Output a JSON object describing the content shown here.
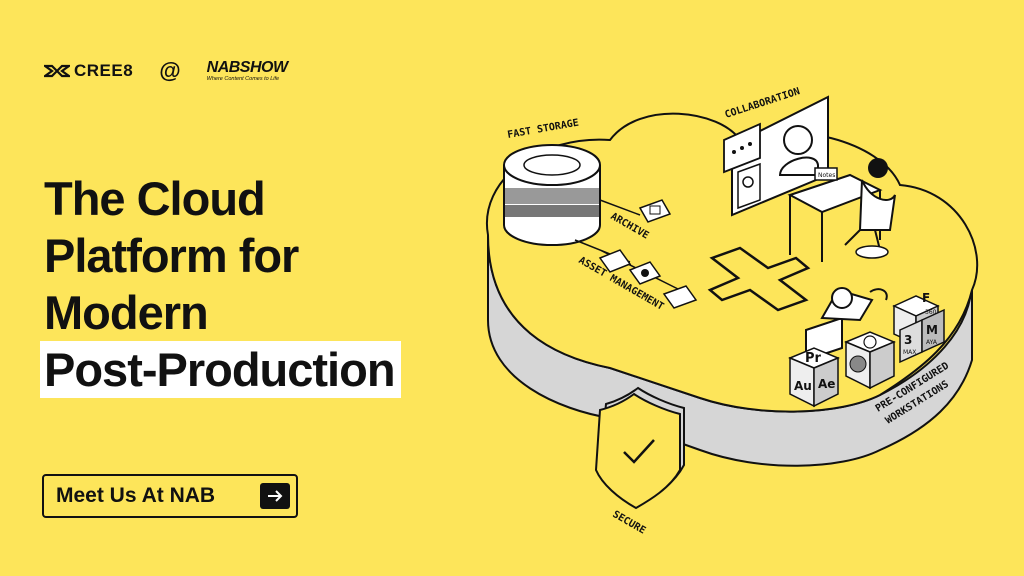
{
  "header": {
    "brand_name": "CREE8",
    "at_symbol": "@",
    "partner_name": "NABSHOW",
    "partner_tagline": "Where Content Comes to Life"
  },
  "headline": {
    "line1": "The Cloud",
    "line2": "Platform for",
    "line3": "Modern",
    "line4": "Post-Production"
  },
  "cta": {
    "label": "Meet Us At NAB",
    "icon": "arrow-right-icon"
  },
  "illustration": {
    "fast_storage": "FAST STORAGE",
    "archive": "ARCHIVE",
    "asset_management": "ASSET MANAGEMENT",
    "collaboration": "COLLABORATION",
    "workstations_line1": "PRE-CONFIGURED",
    "workstations_line2": "WORKSTATIONS",
    "secure": "SECURE",
    "app_tiles": [
      "Pr",
      "Au",
      "Ae",
      "F",
      "3",
      "M"
    ],
    "tile_sublabels": [
      "360",
      "MAX",
      "AYA"
    ],
    "video_caption": "Notes"
  },
  "colors": {
    "background": "#FDE55A",
    "ink": "#111111",
    "cloud_side": "#D6D6D6",
    "highlight": "#FFFFFF"
  }
}
